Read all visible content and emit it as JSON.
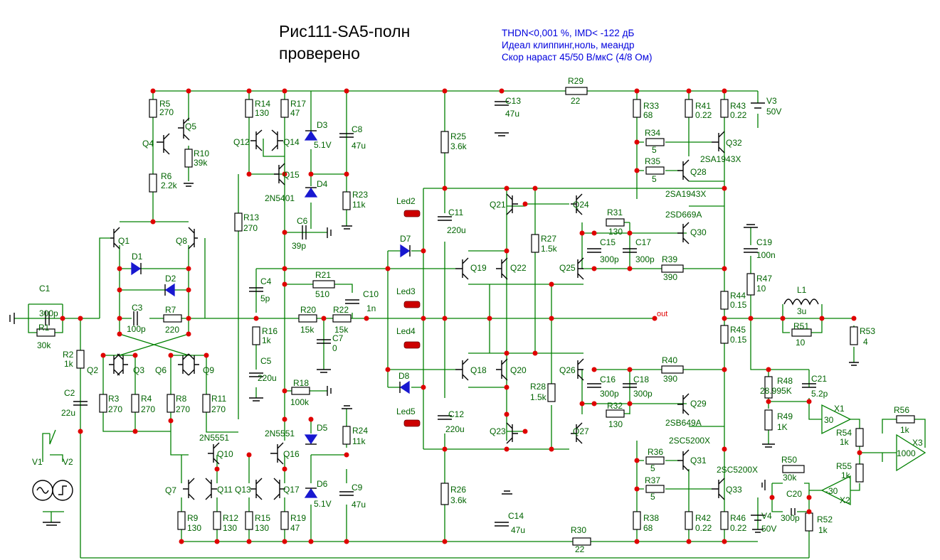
{
  "title": {
    "line1": "Рис111-SA5-полн",
    "line2": "проверено"
  },
  "notes": [
    "THDN<0,001 %, IMD< -122 дБ",
    "Идеал клиппинг,ноль, меандр",
    "Скор нараст 45/50 В/мкС (4/8 Ом)"
  ],
  "net_out": "out",
  "colors": {
    "wire": "#008000",
    "dot": "#e00000",
    "diode": "#1818d0",
    "text": "#006400",
    "note": "#0000dd"
  },
  "resistors": [
    {
      "ref": "R5",
      "val": "270"
    },
    {
      "ref": "R10",
      "val": "39k"
    },
    {
      "ref": "R6",
      "val": "2.2k"
    },
    {
      "ref": "R14",
      "val": "130"
    },
    {
      "ref": "R17",
      "val": "47"
    },
    {
      "ref": "R13",
      "val": "270"
    },
    {
      "ref": "R23",
      "val": "11k"
    },
    {
      "ref": "R1",
      "val": "30k"
    },
    {
      "ref": "R2",
      "val": "1k"
    },
    {
      "ref": "R7",
      "val": "220"
    },
    {
      "ref": "R21",
      "val": "510"
    },
    {
      "ref": "R20",
      "val": "15k"
    },
    {
      "ref": "R22",
      "val": "15k"
    },
    {
      "ref": "R16",
      "val": "1k"
    },
    {
      "ref": "R18",
      "val": "100k"
    },
    {
      "ref": "R3",
      "val": "270"
    },
    {
      "ref": "R4",
      "val": "270"
    },
    {
      "ref": "R8",
      "val": "270"
    },
    {
      "ref": "R11",
      "val": "270"
    },
    {
      "ref": "R9",
      "val": "130"
    },
    {
      "ref": "R12",
      "val": "130"
    },
    {
      "ref": "R15",
      "val": "130"
    },
    {
      "ref": "R19",
      "val": "47"
    },
    {
      "ref": "R24",
      "val": "11k"
    },
    {
      "ref": "R25",
      "val": "3.6k"
    },
    {
      "ref": "R26",
      "val": "3.6k"
    },
    {
      "ref": "R27",
      "val": "1.5k"
    },
    {
      "ref": "R28",
      "val": "1.5k"
    },
    {
      "ref": "R29",
      "val": "22"
    },
    {
      "ref": "R30",
      "val": "22"
    },
    {
      "ref": "R31",
      "val": "130"
    },
    {
      "ref": "R32",
      "val": "130"
    },
    {
      "ref": "R39",
      "val": "390"
    },
    {
      "ref": "R40",
      "val": "390"
    },
    {
      "ref": "R33",
      "val": "68"
    },
    {
      "ref": "R34",
      "val": "5"
    },
    {
      "ref": "R35",
      "val": "5"
    },
    {
      "ref": "R41",
      "val": "0.22"
    },
    {
      "ref": "R43",
      "val": "0.22"
    },
    {
      "ref": "R36",
      "val": "5"
    },
    {
      "ref": "R37",
      "val": "5"
    },
    {
      "ref": "R38",
      "val": "68"
    },
    {
      "ref": "R42",
      "val": "0.22"
    },
    {
      "ref": "R46",
      "val": "0.22"
    },
    {
      "ref": "R44",
      "val": "0.15"
    },
    {
      "ref": "R45",
      "val": "0.15"
    },
    {
      "ref": "R47",
      "val": "10"
    },
    {
      "ref": "R51",
      "val": "10"
    },
    {
      "ref": "R53",
      "val": "4"
    },
    {
      "ref": "R48",
      "val": "28.995K"
    },
    {
      "ref": "R49",
      "val": "1K"
    },
    {
      "ref": "R54",
      "val": "1k"
    },
    {
      "ref": "R55",
      "val": "1k"
    },
    {
      "ref": "R56",
      "val": "1k"
    },
    {
      "ref": "R50",
      "val": "30k"
    },
    {
      "ref": "R52",
      "val": "1k"
    }
  ],
  "capacitors": [
    {
      "ref": "C1",
      "val": "300p"
    },
    {
      "ref": "C2",
      "val": "22u"
    },
    {
      "ref": "C3",
      "val": "100p"
    },
    {
      "ref": "C4",
      "val": "5p"
    },
    {
      "ref": "C5",
      "val": "220u"
    },
    {
      "ref": "C6",
      "val": "39p"
    },
    {
      "ref": "C7",
      "val": "0"
    },
    {
      "ref": "C8",
      "val": "47u"
    },
    {
      "ref": "C9",
      "val": "47u"
    },
    {
      "ref": "C10",
      "val": "1n"
    },
    {
      "ref": "C11",
      "val": "220u"
    },
    {
      "ref": "C12",
      "val": "220u"
    },
    {
      "ref": "C13",
      "val": "47u"
    },
    {
      "ref": "C14",
      "val": "47u"
    },
    {
      "ref": "C15",
      "val": "300p"
    },
    {
      "ref": "C16",
      "val": "300p"
    },
    {
      "ref": "C17",
      "val": "300p"
    },
    {
      "ref": "C18",
      "val": "300p"
    },
    {
      "ref": "C19",
      "val": "100n"
    },
    {
      "ref": "C20",
      "val": "300p"
    },
    {
      "ref": "C21",
      "val": "5.2p"
    }
  ],
  "transistors": [
    {
      "ref": "Q1"
    },
    {
      "ref": "Q2"
    },
    {
      "ref": "Q3"
    },
    {
      "ref": "Q4"
    },
    {
      "ref": "Q5"
    },
    {
      "ref": "Q6"
    },
    {
      "ref": "Q7"
    },
    {
      "ref": "Q8"
    },
    {
      "ref": "Q9"
    },
    {
      "ref": "Q10"
    },
    {
      "ref": "Q11"
    },
    {
      "ref": "Q12"
    },
    {
      "ref": "Q13"
    },
    {
      "ref": "Q14"
    },
    {
      "ref": "Q15"
    },
    {
      "ref": "Q16"
    },
    {
      "ref": "Q17"
    },
    {
      "ref": "Q18"
    },
    {
      "ref": "Q19"
    },
    {
      "ref": "Q20"
    },
    {
      "ref": "Q21"
    },
    {
      "ref": "Q22"
    },
    {
      "ref": "Q23"
    },
    {
      "ref": "Q24"
    },
    {
      "ref": "Q25"
    },
    {
      "ref": "Q26"
    },
    {
      "ref": "Q27"
    },
    {
      "ref": "Q28"
    },
    {
      "ref": "Q29"
    },
    {
      "ref": "Q30"
    },
    {
      "ref": "Q31"
    },
    {
      "ref": "Q32"
    },
    {
      "ref": "Q33"
    }
  ],
  "part_numbers": [
    "2N5401",
    "2N5551",
    "2N5551",
    "2SA1943X",
    "2SA1943X",
    "2SD669A",
    "2SB649A",
    "2SC5200X",
    "2SC5200X"
  ],
  "diodes": [
    {
      "ref": "D1"
    },
    {
      "ref": "D2"
    },
    {
      "ref": "D3",
      "val": "5.1V"
    },
    {
      "ref": "D4"
    },
    {
      "ref": "D5"
    },
    {
      "ref": "D6",
      "val": "5.1V"
    },
    {
      "ref": "D7"
    },
    {
      "ref": "D8"
    }
  ],
  "leds": [
    "Led2",
    "Led3",
    "Led4",
    "Led5"
  ],
  "sources": [
    {
      "ref": "V1"
    },
    {
      "ref": "V2"
    },
    {
      "ref": "V3",
      "val": "50V"
    },
    {
      "ref": "V4",
      "val": "50V"
    }
  ],
  "inductor": {
    "ref": "L1",
    "val": "3u"
  },
  "amps": [
    {
      "ref": "X1",
      "gain": "30"
    },
    {
      "ref": "X2",
      "gain": "-30"
    },
    {
      "ref": "X3",
      "gain": "1000"
    }
  ]
}
